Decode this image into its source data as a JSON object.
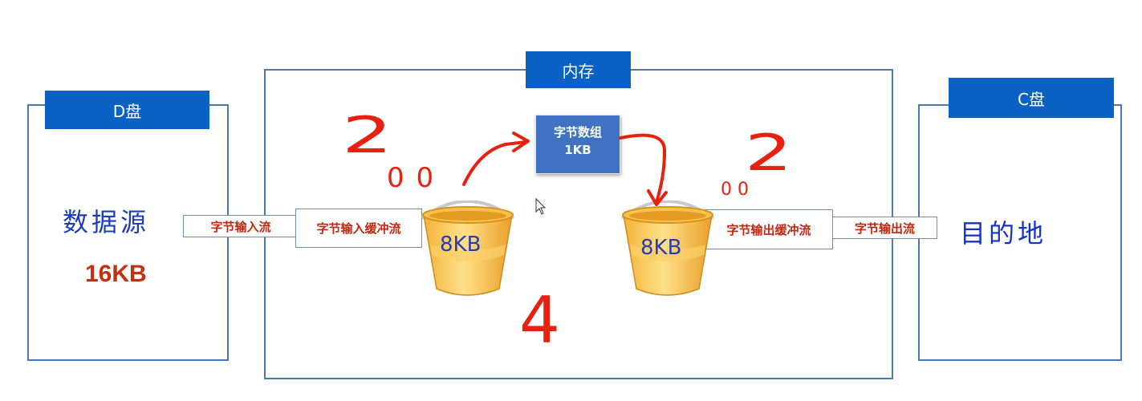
{
  "disk_d": {
    "tab_label": "D盘",
    "source_label": "数据源",
    "size_label": "16KB"
  },
  "memory": {
    "tab_label": "内存",
    "byte_array_line1": "字节数组",
    "byte_array_line2": "1KB",
    "input_buffer_label": "字节输入缓冲流",
    "output_buffer_label": "字节输出缓冲流",
    "input_bucket_label": "8KB",
    "output_bucket_label": "8KB"
  },
  "disk_c": {
    "tab_label": "C盘",
    "destination_label": "目的地"
  },
  "input_stream_label": "字节输入流",
  "output_stream_label": "字节输出流",
  "annotations": {
    "left_two": "2",
    "left_zeros": "0 0",
    "right_two": "2",
    "right_zeros": "0 0",
    "four": "4"
  },
  "colors": {
    "tab_blue": "#0a63c4",
    "border_blue": "#4a78b8",
    "flow_red": "#c0270f",
    "annotation_red": "#e8200f",
    "handwriting_blue": "#1e3db8"
  }
}
